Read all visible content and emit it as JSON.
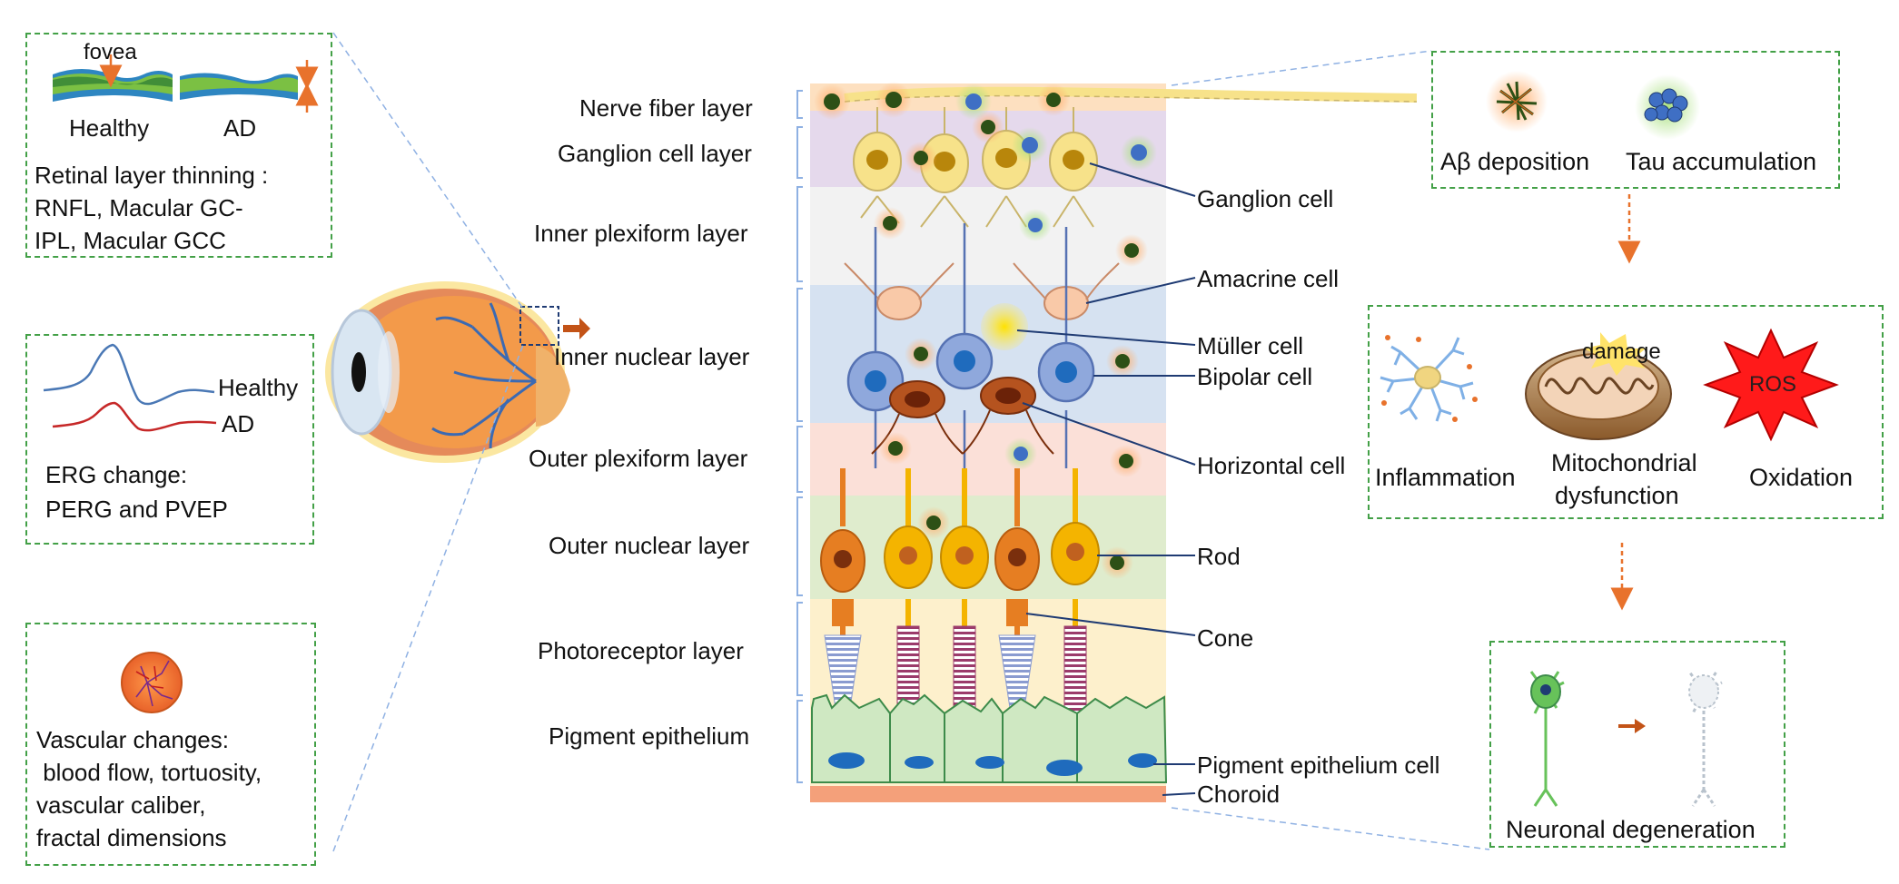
{
  "left_panels": {
    "thinning": {
      "fovea": "fovea",
      "healthy": "Healthy",
      "ad": "AD",
      "lines": [
        "Retinal layer thinning :",
        "RNFL, Macular GC-",
        "IPL, Macular GCC"
      ]
    },
    "erg": {
      "healthy": "Healthy",
      "ad": "AD",
      "lines": [
        "ERG change:",
        "PERG and PVEP"
      ]
    },
    "vascular": {
      "lines": [
        "Vascular changes:",
        " blood flow, tortuosity,",
        "vascular caliber,",
        "fractal dimensions"
      ]
    }
  },
  "layers": [
    "Nerve fiber layer",
    "Ganglion cell layer",
    "Inner plexiform layer",
    "Inner nuclear layer",
    "Outer plexiform layer",
    "Outer nuclear layer",
    "Photoreceptor layer",
    "Pigment epithelium"
  ],
  "cells": [
    "Ganglion cell",
    "Amacrine cell",
    "Müller cell",
    "Bipolar cell",
    "Horizontal cell",
    "Rod",
    "Cone",
    "Pigment epithelium cell",
    "Choroid"
  ],
  "right_panels": {
    "deposits": {
      "abeta": "Aβ deposition",
      "tau": "Tau accumulation"
    },
    "mechanisms": {
      "damage": "damage",
      "ros": "ROS",
      "inflammation": "Inflammation",
      "mito": [
        "Mitochondrial",
        "dysfunction"
      ],
      "oxidation": "Oxidation"
    },
    "outcome": {
      "label": "Neuronal degeneration"
    }
  },
  "colors": {
    "panel_border": "#43a047",
    "arrow_orange": "#e8722c",
    "rod_orange": "#e67e22",
    "cone_yellow": "#f4b400",
    "bipolar_blue": "#7a9ad6",
    "horizontal_brown": "#a0441a",
    "ganglion_yellow": "#f7e28a",
    "abeta": "#c0611f",
    "tau": "#3f6fc4",
    "ros_red": "#ff1a1a",
    "neuron_green": "#67c25a"
  }
}
